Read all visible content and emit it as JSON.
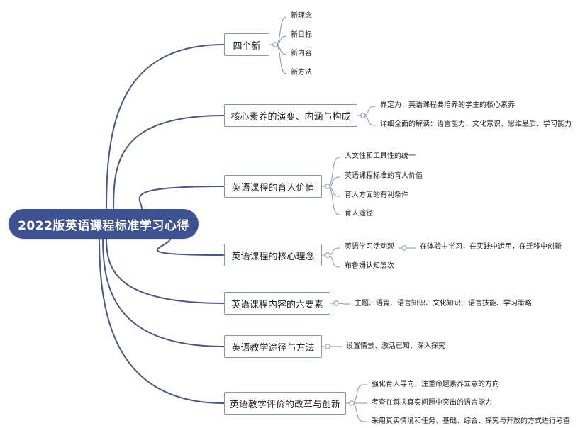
{
  "root": {
    "label": "2022版英语课程标准学习心得"
  },
  "branches": [
    {
      "label": "四个新",
      "children": [
        "新理念",
        "新目标",
        "新内容",
        "新方法"
      ]
    },
    {
      "label": "核心素养的演变、内涵与构成",
      "children": [
        "界定为：英语课程要培养的学生的核心素养",
        "详细全面的解读：语言能力、文化意识、思维品质、学习能力"
      ]
    },
    {
      "label": "英语课程的育人价值",
      "children": [
        "人文性和工具性的统一",
        "英语课程标准的育人价值",
        "育人方面的有利条件",
        "育人途径"
      ]
    },
    {
      "label": "英语课程的核心理念",
      "children": [
        "英语学习活动观",
        "布鲁姆认知层次"
      ],
      "grandchild": "在体验中学习，在实践中运用，在迁移中创新"
    },
    {
      "label": "英语课程内容的六要素",
      "children": [
        "主题、语篇、语言知识、文化知识、语言技能、学习策略"
      ]
    },
    {
      "label": "英语教学途径与方法",
      "children": [
        "设置情景、激活已知、深入探究"
      ]
    },
    {
      "label": "英语教学评价的改革与创新",
      "children": [
        "强化育人导向，注重命题素养立意的方向",
        "考查在解决真实问题中突出的语言能力",
        "采用真实情境和任务、基础、综合、探究与开放的方式进行考查"
      ]
    }
  ],
  "colors": {
    "root": "#3e5291",
    "branch_line": "#4a5785",
    "leaf_line": "#8791b3"
  }
}
